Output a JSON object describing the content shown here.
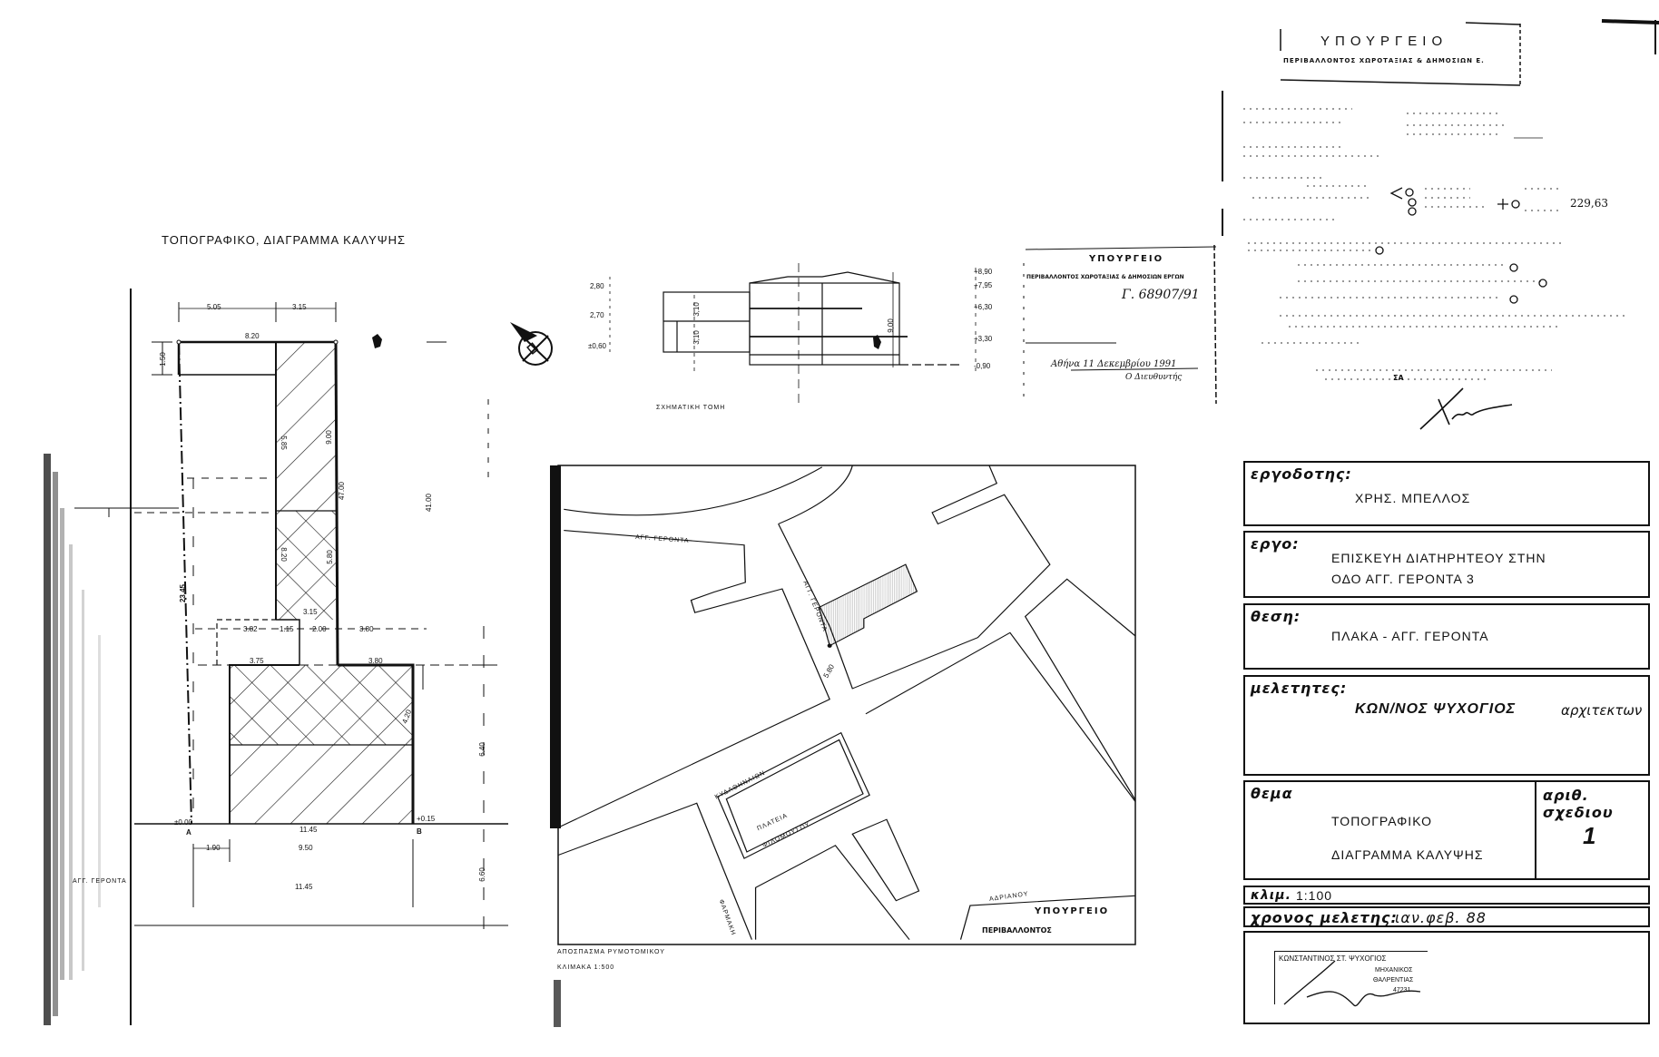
{
  "drawing_title": "ΤΟΠΟΓΡΑΦΙΚΟ, ΔΙΑΓΡΑΜΜΑ ΚΑΛΥΨΗΣ",
  "plan": {
    "dimensions": [
      "5.05",
      "3.15",
      "8.20",
      "1.50",
      "9.00",
      "5.85",
      "47.00",
      "41.00",
      "8.20",
      "5.80",
      "23.45",
      "3.15",
      "3.82",
      "1.15",
      "2.00",
      "3.80",
      "3.75",
      "3.80",
      "4.20",
      "±0.00",
      "+0.15",
      "11.45",
      "1.90",
      "9.50",
      "11.45",
      "6.60",
      "6.40"
    ],
    "point_a": "A",
    "point_b": "B",
    "street": "ΑΓΓ. ΓΕΡΟΝΤΑ"
  },
  "section": {
    "title": "ΣΧΗΜΑΤΙΚΗ ΤΟΜΗ",
    "left_levels": [
      "2,80",
      "2,70",
      "±0,60"
    ],
    "right_levels": [
      "+8,90",
      "+7,95",
      "+6,30",
      "+3,30",
      "-0,90"
    ],
    "heights": [
      "3,10",
      "3,10",
      "9,00"
    ]
  },
  "approval_stamp": {
    "title": "ΥΠΟΥΡΓΕΙΟ",
    "subtitle": "ΠΕΡΙΒΑΛΛΟΝΤΟΣ ΧΩΡΟΤΑΞΙΑΣ & ΔΗΜΟΣΙΩΝ ΕΡΓΩΝ",
    "protocol": "Γ. 68907/91",
    "date_line": "Αθήνα 11 Δεκεμβρίου 1991",
    "signatory": "Ο Διευθυντής"
  },
  "site_map": {
    "streets": [
      "ΑΓΓ. ΓΕΡΟΝΤΑ",
      "ΑΓΓ. ΓΕΡΟΝΤΑ",
      "ΚΥΔΑΘΗΝΑΙΩΝ",
      "ΦΑΡΜΑΚΗ",
      "ΑΔΡΙΑΝΟΥ"
    ],
    "square": [
      "ΠΛΑΤΕΙΑ",
      "ΦΙΛΟΜΟΥΣΟΥ"
    ],
    "street_width": "5.80",
    "caption": "ΑΠΟΣΠΑΣΜΑ ΡΥΜΟΤΟΜΙΚΟΥ",
    "scale": "ΚΛΙΜΑΚΑ 1:500",
    "stamp_title": "ΥΠΟΥΡΓΕΙΟ",
    "stamp_subtitle": "ΠΕΡΙΒΑΛΛΟΝΤΟΣ"
  },
  "ministry_header": {
    "title": "ΥΠΟΥΡΓΕΙΟ",
    "subtitle": "ΠΕΡΙΒΑΛΛΟΝΤΟΣ ΧΩΡΟΤΑΞΙΑΣ & ΔΗΜΟΣΙΩΝ Ε."
  },
  "fee_annotation": "229,63",
  "initials": "ΣΑ",
  "title_block": {
    "client_label": "εργοδοτης:",
    "client": "ΧΡΗΣ. ΜΠΕΛΛΟΣ",
    "project_label": "εργο:",
    "project_line1": "ΕΠΙΣΚΕΥΗ ΔΙΑΤΗΡΗΤΕΟΥ ΣΤΗΝ",
    "project_line2": "ΟΔΟ ΑΓΓ. ΓΕΡΟΝΤΑ 3",
    "location_label": "θεση:",
    "location": "ΠΛΑΚΑ - ΑΓΓ. ΓΕΡΟΝΤΑ",
    "designers_label": "μελετητες:",
    "designer": "ΚΩΝ/ΝΟΣ ΨΥΧΟΓΙΟΣ",
    "designer_role": "αρχιτεκτων",
    "subject_label": "θεμα",
    "subject_line1": "ΤΟΠΟΓΡΑΦΙΚΟ",
    "subject_line2": "ΔΙΑΓΡΑΜΜΑ ΚΑΛΥΨΗΣ",
    "drawing_no_label": "αριθ. σχεδιου",
    "drawing_no": "1",
    "scale_label": "κλιμ.",
    "scale": "1:100",
    "date_label": "χρονος μελετης:",
    "date": "ιαν.φεβ. 88",
    "engineer_stamp": [
      "ΚΩΝΣΤΑΝΤΙΝΟΣ ΣΤ. ΨΥΧΟΓΙΟΣ",
      "ΜΗΧΑΝΙΚΟΣ",
      "ΘΑΛΡΕΝΤΙΑΣ",
      "47231"
    ]
  },
  "colors": {
    "ink": "#111111",
    "paper": "#ffffff",
    "faint": "#9a9a9a"
  }
}
